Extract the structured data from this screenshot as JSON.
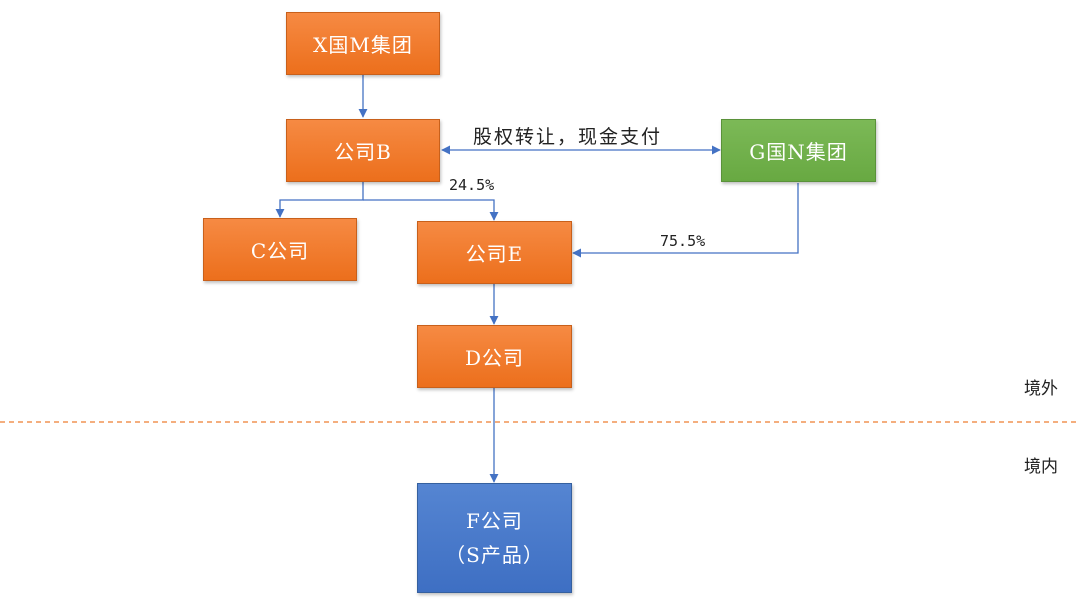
{
  "nodes": {
    "x_group": "X国M集团",
    "company_b": "公司B",
    "g_group": "G国N集团",
    "company_c": "C公司",
    "company_e": "公司E",
    "company_d": "D公司",
    "company_f": "F公司",
    "company_f_sub": "（S产品）"
  },
  "labels": {
    "transfer": "股权转让，现金支付",
    "b_share_of_e": "24.5%",
    "g_share_of_e": "75.5%"
  },
  "zones": {
    "overseas": "境外",
    "domestic": "境内"
  },
  "colors": {
    "entity_overseas": "#ed7d31",
    "entity_buyer": "#70ad47",
    "entity_domestic": "#4472c4",
    "connector": "#4472c4",
    "border_line": "#ed7d31"
  }
}
